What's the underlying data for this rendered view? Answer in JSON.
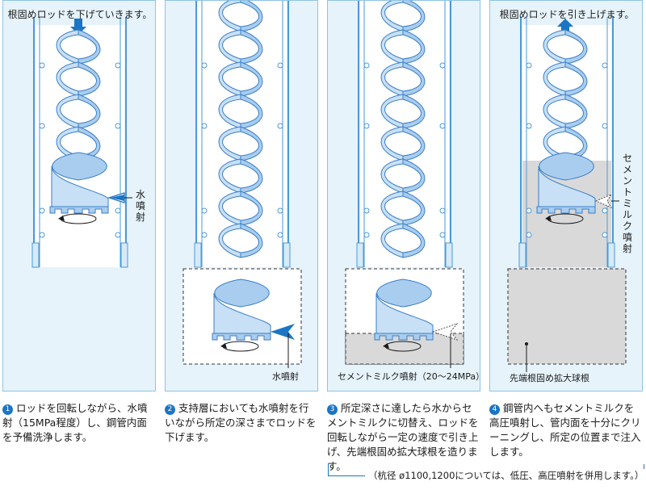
{
  "colors": {
    "panel_bg": "#e6f3fb",
    "panel_border": "#8fc3e6",
    "auger": "#a9cdee",
    "auger_stroke": "#3a7ec8",
    "arrow": "#1a75c4",
    "pipe": "#4a9ad9",
    "grout": "#d9d9d9"
  },
  "panels": [
    {
      "caption": "根固めロッドを下げていきます。",
      "side_label": "水噴射"
    },
    {
      "bottom_label": "水噴射"
    },
    {
      "bottom_label": "セメントミルク噴射（20～24MPa）"
    },
    {
      "caption": "根固めロッドを引き上げます。",
      "side_label": "セメントミルク噴射",
      "bottom_label": "先端根固め拡大球根"
    }
  ],
  "steps": [
    {
      "num": "1",
      "text": "ロッドを回転しながら、水噴射（15MPa程度）し、鋼管内面を予備洗浄します。"
    },
    {
      "num": "2",
      "text": "支持層においても水噴射を行いながら所定の深さまでロッドを下げます。"
    },
    {
      "num": "3",
      "text": "所定深さに達したら水からセメントミルクに切替え、ロッドを回転しながら一定の速度で引き上げ、先端根固め拡大球根を造ります。"
    },
    {
      "num": "4",
      "text": "鋼管内へもセメントミルクを高圧噴射し、管内面を十分にクリーニングし、所定の位置まで注入します。"
    }
  ],
  "note": "（杭径 ø1100,1200については、低圧、高圧噴射を併用します。）"
}
